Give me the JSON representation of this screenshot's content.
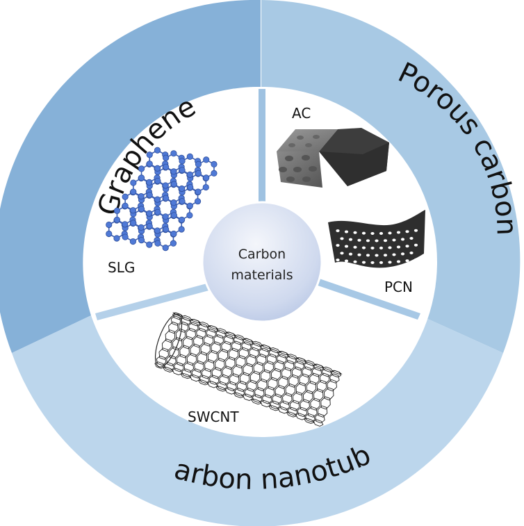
{
  "center": {
    "line1": "Carbon",
    "line2": "materials"
  },
  "sectors": {
    "graphene": {
      "title": "Graphene",
      "items": [
        {
          "label": "SLG",
          "icon": "graphene-lattice-icon"
        }
      ],
      "color": "#86b1d8"
    },
    "porous": {
      "title": "Porous carbon",
      "items": [
        {
          "label": "AC",
          "icon": "activated-carbon-block-icon"
        },
        {
          "label": "PCN",
          "icon": "porous-carbon-sheet-icon"
        }
      ],
      "color": "#a8c9e4"
    },
    "nanotube": {
      "title": "Carbon nanotube",
      "items": [
        {
          "label": "SWCNT",
          "icon": "nanotube-icon"
        }
      ],
      "color": "#bcd6ec"
    }
  }
}
